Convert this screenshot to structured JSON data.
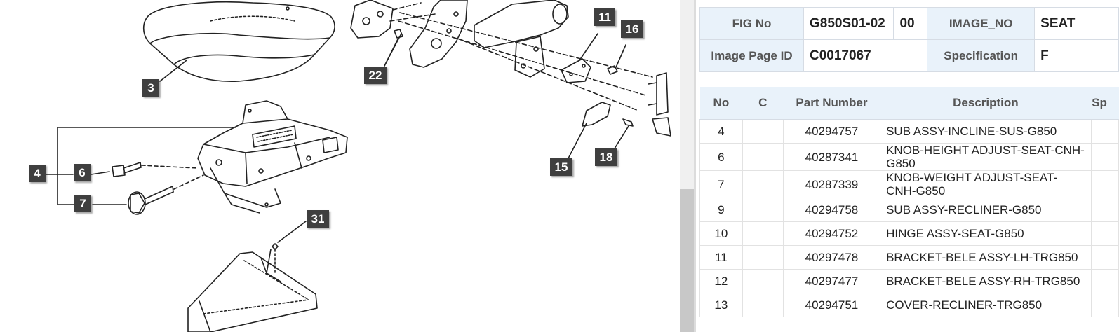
{
  "diagram": {
    "callouts": [
      {
        "label": "3"
      },
      {
        "label": "4"
      },
      {
        "label": "6"
      },
      {
        "label": "7"
      },
      {
        "label": "31"
      },
      {
        "label": "22"
      },
      {
        "label": "11"
      },
      {
        "label": "16"
      },
      {
        "label": "15"
      },
      {
        "label": "18"
      }
    ]
  },
  "info": {
    "fig_no_label": "FIG No",
    "fig_no_value": "G850S01-02",
    "fig_no_suffix": "00",
    "image_no_label": "IMAGE_NO",
    "image_no_value": "SEAT",
    "image_page_id_label": "Image Page ID",
    "image_page_id_value": "C0017067",
    "specification_label": "Specification",
    "specification_value": "F"
  },
  "parts_table": {
    "headers": {
      "no": "No",
      "c": "C",
      "part_number": "Part Number",
      "description": "Description",
      "sp": "Sp"
    },
    "rows": [
      {
        "no": "4",
        "c": "",
        "part_number": "40294757",
        "description": "SUB ASSY-INCLINE-SUS-G850"
      },
      {
        "no": "6",
        "c": "",
        "part_number": "40287341",
        "description": "KNOB-HEIGHT ADJUST-SEAT-CNH-G850"
      },
      {
        "no": "7",
        "c": "",
        "part_number": "40287339",
        "description": "KNOB-WEIGHT ADJUST-SEAT-CNH-G850"
      },
      {
        "no": "9",
        "c": "",
        "part_number": "40294758",
        "description": "SUB ASSY-RECLINER-G850"
      },
      {
        "no": "10",
        "c": "",
        "part_number": "40294752",
        "description": "HINGE ASSY-SEAT-G850"
      },
      {
        "no": "11",
        "c": "",
        "part_number": "40297478",
        "description": "BRACKET-BELE ASSY-LH-TRG850"
      },
      {
        "no": "12",
        "c": "",
        "part_number": "40297477",
        "description": "BRACKET-BELE ASSY-RH-TRG850"
      },
      {
        "no": "13",
        "c": "",
        "part_number": "40294751",
        "description": "COVER-RECLINER-TRG850"
      }
    ]
  }
}
